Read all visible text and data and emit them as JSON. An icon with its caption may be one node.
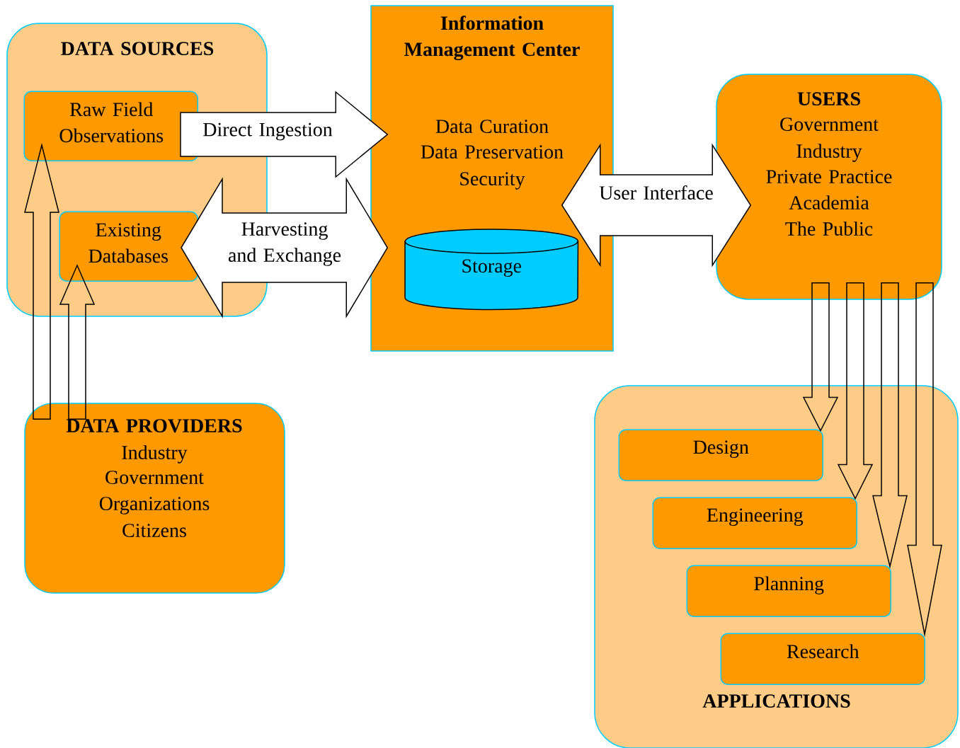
{
  "diagram": {
    "nodes": [
      {
        "text": [
          "DATA SOURCES"
        ]
      },
      {
        "text": [
          "Raw Field Observations"
        ],
        "in": 0
      },
      {
        "text": [
          "Existing Databases"
        ],
        "in": 0
      },
      {
        "text": [
          "Information Management Center",
          "Data Curation",
          "Data Preservation",
          "Security"
        ]
      },
      {
        "text": [
          "Storage"
        ],
        "in": 3
      },
      {
        "text": [
          "USERS",
          "Government",
          "Industry",
          "Private Practice",
          "Academia",
          "The Public"
        ]
      },
      {
        "text": [
          "DATA PROVIDERS",
          "Industry",
          "Government",
          "Organizations",
          "Citizens"
        ]
      },
      {
        "text": [
          "APPLICATIONS"
        ]
      },
      {
        "text": [
          "Design"
        ],
        "in": 7
      },
      {
        "text": [
          "Engineering"
        ],
        "in": 7
      },
      {
        "text": [
          "Planning"
        ],
        "in": 7
      },
      {
        "text": [
          "Research"
        ],
        "in": 7
      }
    ],
    "edges": [
      {
        "from": 1,
        "to": 3,
        "arrow": "to",
        "label": "Direct Ingestion"
      },
      {
        "from": 2,
        "to": 3,
        "arrow": "both",
        "label": "Harvesting and Exchange"
      },
      {
        "from": 3,
        "to": 5,
        "arrow": "both",
        "label": "User Interface"
      },
      {
        "from": 6,
        "to": 1,
        "arrow": "to"
      },
      {
        "from": 6,
        "to": 2,
        "arrow": "to"
      },
      {
        "from": 5,
        "to": 8,
        "arrow": "to"
      },
      {
        "from": 5,
        "to": 9,
        "arrow": "to"
      },
      {
        "from": 5,
        "to": 10,
        "arrow": "to"
      },
      {
        "from": 5,
        "to": 11,
        "arrow": "to"
      }
    ]
  }
}
